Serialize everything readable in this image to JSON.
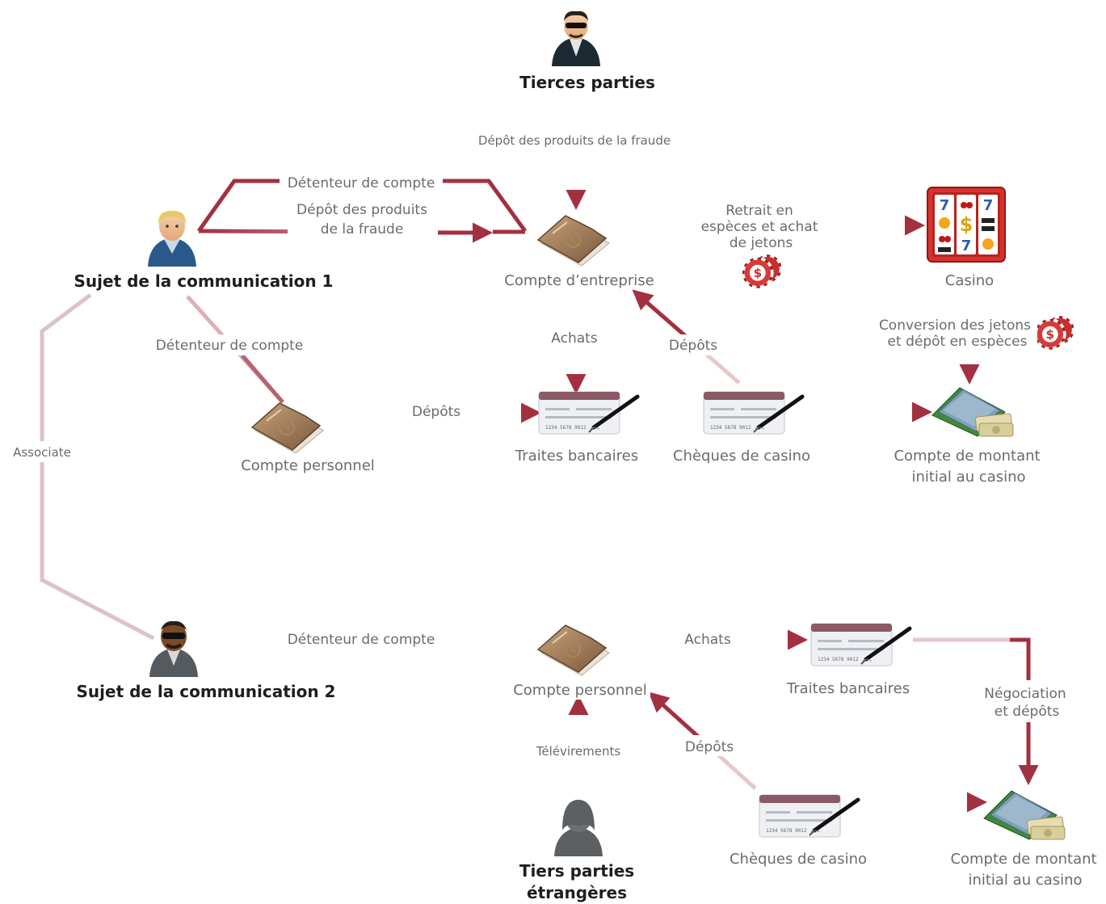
{
  "colors": {
    "line": "#a33040",
    "line_light": "#dcb0b6",
    "gray_line": "#c9a9ad"
  },
  "actors": {
    "third_parties": "Tierces parties",
    "subject1": "Sujet de la communication 1",
    "subject2": "Sujet de la communication 2",
    "foreign": [
      "Tiers parties",
      "étrangères"
    ]
  },
  "entities": {
    "business_account": "Compte d’entreprise",
    "personal_account_1": "Compte personnel",
    "personal_account_2": "Compte personnel",
    "bank_drafts_1": "Traites bancaires",
    "bank_drafts_2": "Traites bancaires",
    "casino_cheques_1": "Chèques de casino",
    "casino_cheques_2": "Chèques de casino",
    "casino": "Casino",
    "front_money_1": [
      "Compte de montant",
      "initial au casino"
    ],
    "front_money_2": [
      "Compte de montant",
      "initial au casino"
    ]
  },
  "edges": {
    "deposit_fraud_top": "Dépôt des produits de la fraude",
    "holder_1a": "Détenteur de compte",
    "deposit_fraud_1": [
      "Dépôt des produits",
      "de la fraude"
    ],
    "withdraw_chips": [
      "Retrait en",
      "espèces et achat",
      "de jetons"
    ],
    "holder_1b": "Détenteur de compte",
    "purchases_1": "Achats",
    "deposits_1": "Dépôts",
    "deposits_2": "Dépôts",
    "conversion": [
      "Conversion des jetons",
      "et dépôt en espèces"
    ],
    "associate": "Associate",
    "holder_2": "Détenteur de compte",
    "purchases_2": "Achats",
    "negotiation": [
      "Négociation",
      "et dépôts"
    ],
    "wire_transfers": "Télévirements",
    "deposits_3": "Dépôts"
  },
  "icons": {
    "person": "person-icon",
    "account": "account-folder-icon",
    "cheque": "cheque-icon",
    "slot": "slot-machine-icon",
    "chips": "casino-chips-icon",
    "money": "money-stack-icon"
  }
}
